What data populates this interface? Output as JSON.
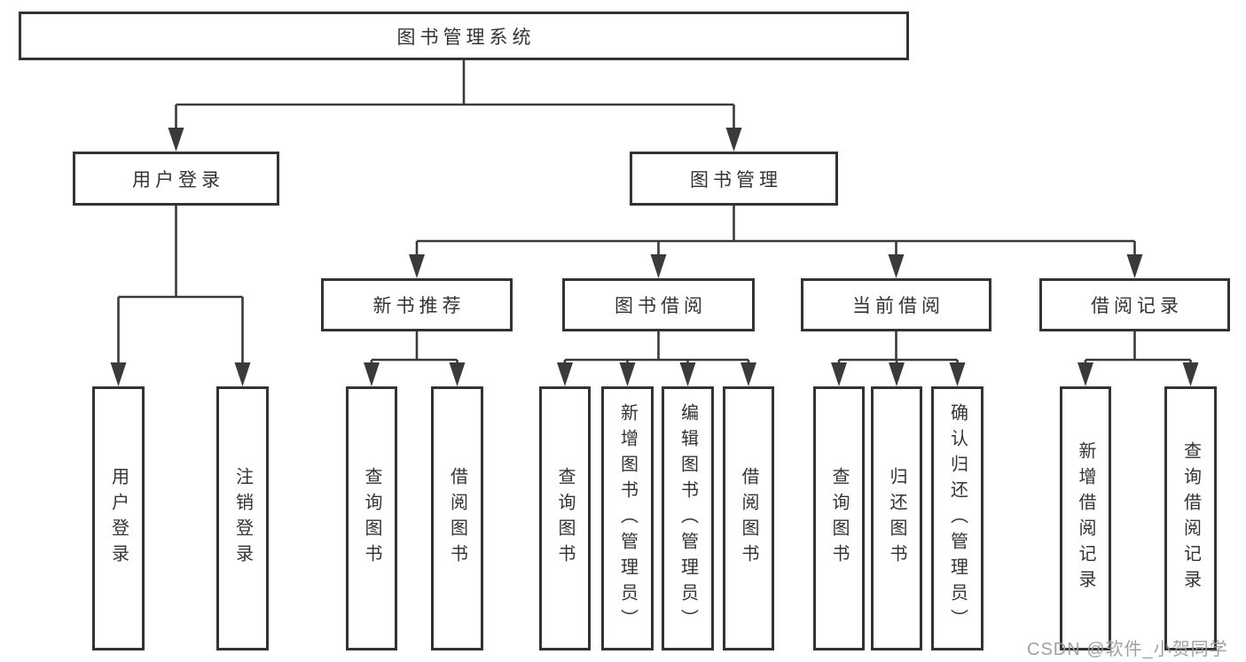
{
  "tree": {
    "root": "图书管理系统",
    "branches": [
      {
        "label": "用户登录",
        "children": [
          "用户登录",
          "注销登录"
        ]
      },
      {
        "label": "图书管理",
        "groups": [
          {
            "label": "新书推荐",
            "children": [
              "查询图书",
              "借阅图书"
            ]
          },
          {
            "label": "图书借阅",
            "children": [
              "查询图书",
              "新增图书（管理员）",
              "编辑图书（管理员）",
              "借阅图书"
            ]
          },
          {
            "label": "当前借阅",
            "children": [
              "查询图书",
              "归还图书",
              "确认归还（管理员）"
            ]
          },
          {
            "label": "借阅记录",
            "children": [
              "新增借阅记录",
              "查询借阅记录"
            ]
          }
        ]
      }
    ]
  },
  "watermark": "CSDN @软件_小贺同学",
  "colors": {
    "line": "#3a3a3a",
    "box_border": "#333333",
    "text": "#333333",
    "watermark": "#9b9b9b",
    "background": "#ffffff"
  }
}
